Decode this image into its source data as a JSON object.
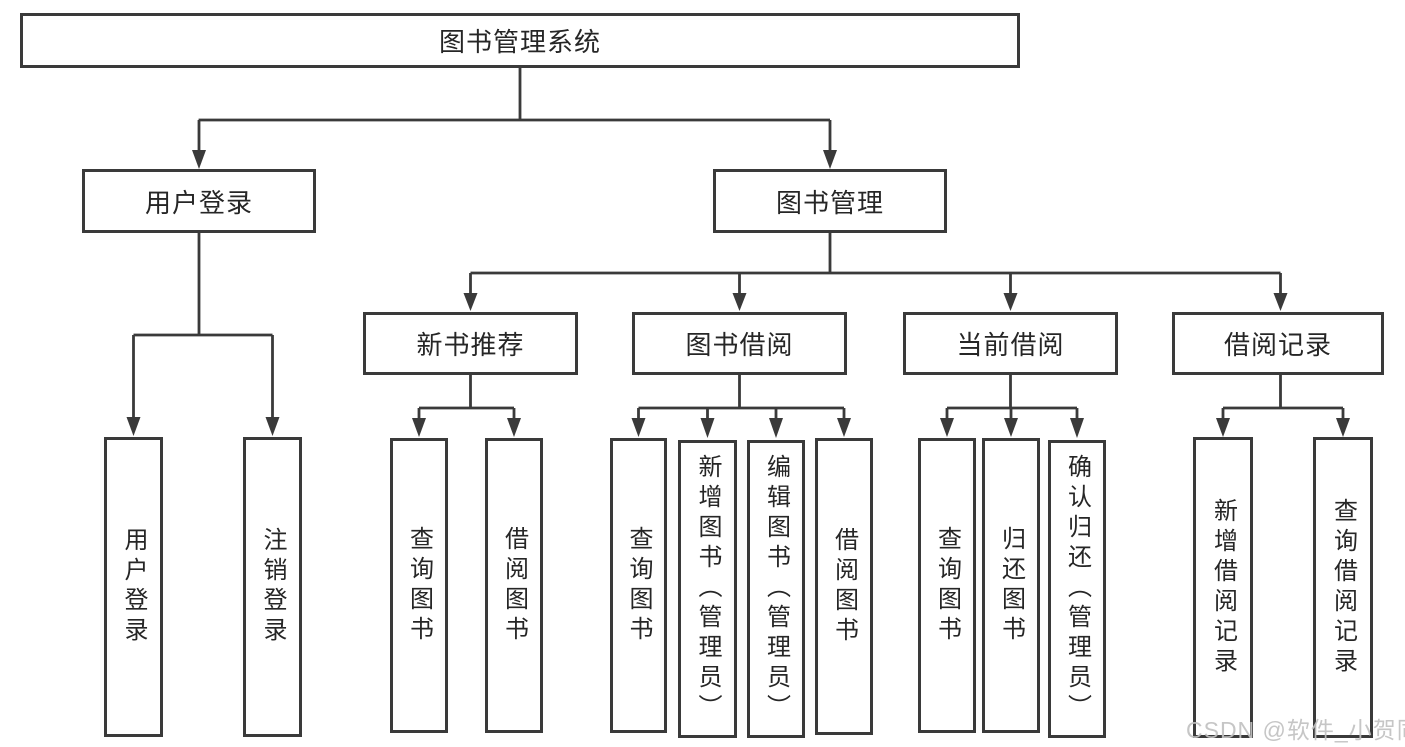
{
  "diagram": {
    "watermark": {
      "text": "CSDN @软件_小贺同学"
    },
    "colors": {
      "line": "#3a3a3a",
      "box_border": "#3a3a3a",
      "box_fill": "#ffffff",
      "text": "#262626",
      "watermark": "#c1c1c1",
      "background": "#ffffff"
    },
    "tree": {
      "label": "图书管理系统",
      "children": [
        {
          "label": "用户登录",
          "children": [
            {
              "label": "用户登录"
            },
            {
              "label": "注销登录"
            }
          ]
        },
        {
          "label": "图书管理",
          "children": [
            {
              "label": "新书推荐",
              "children": [
                {
                  "label": "查询图书"
                },
                {
                  "label": "借阅图书"
                }
              ]
            },
            {
              "label": "图书借阅",
              "children": [
                {
                  "label": "查询图书"
                },
                {
                  "label": "新增图书（管理员）"
                },
                {
                  "label": "编辑图书（管理员）"
                },
                {
                  "label": "借阅图书"
                }
              ]
            },
            {
              "label": "当前借阅",
              "children": [
                {
                  "label": "查询图书"
                },
                {
                  "label": "归还图书"
                },
                {
                  "label": "确认归还（管理员）"
                }
              ]
            },
            {
              "label": "借阅记录",
              "children": [
                {
                  "label": "新增借阅记录"
                },
                {
                  "label": "查询借阅记录"
                }
              ]
            }
          ]
        }
      ]
    }
  }
}
